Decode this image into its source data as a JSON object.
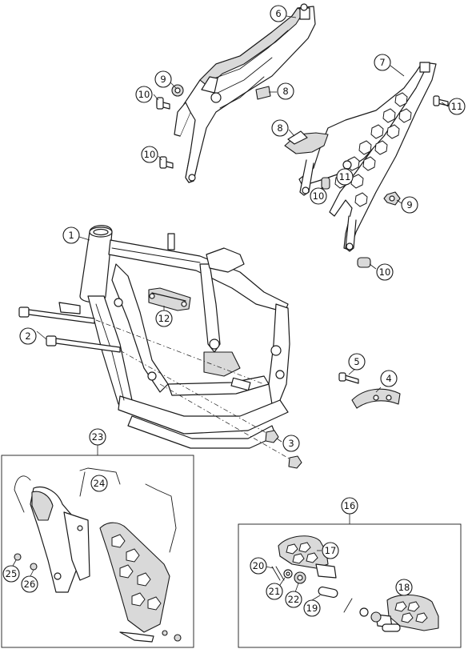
{
  "diagram": {
    "callouts": [
      {
        "id": "c1",
        "label": "1"
      },
      {
        "id": "c2",
        "label": "2"
      },
      {
        "id": "c3",
        "label": "3"
      },
      {
        "id": "c4",
        "label": "4"
      },
      {
        "id": "c5",
        "label": "5"
      },
      {
        "id": "c6",
        "label": "6"
      },
      {
        "id": "c7",
        "label": "7"
      },
      {
        "id": "c8a",
        "label": "8"
      },
      {
        "id": "c8b",
        "label": "8"
      },
      {
        "id": "c9a",
        "label": "9"
      },
      {
        "id": "c9b",
        "label": "9"
      },
      {
        "id": "c10a",
        "label": "10"
      },
      {
        "id": "c10b",
        "label": "10"
      },
      {
        "id": "c10c",
        "label": "10"
      },
      {
        "id": "c10d",
        "label": "10"
      },
      {
        "id": "c11a",
        "label": "11"
      },
      {
        "id": "c11b",
        "label": "11"
      },
      {
        "id": "c12",
        "label": "12"
      },
      {
        "id": "c16",
        "label": "16"
      },
      {
        "id": "c17",
        "label": "17"
      },
      {
        "id": "c18",
        "label": "18"
      },
      {
        "id": "c19",
        "label": "19"
      },
      {
        "id": "c20",
        "label": "20"
      },
      {
        "id": "c21",
        "label": "21"
      },
      {
        "id": "c22",
        "label": "22"
      },
      {
        "id": "c23",
        "label": "23"
      },
      {
        "id": "c24",
        "label": "24"
      },
      {
        "id": "c25",
        "label": "25"
      },
      {
        "id": "c26",
        "label": "26"
      }
    ]
  },
  "colors": {
    "line": "#1a1a1a",
    "shade": "#d9d9d9",
    "background": "#ffffff"
  }
}
